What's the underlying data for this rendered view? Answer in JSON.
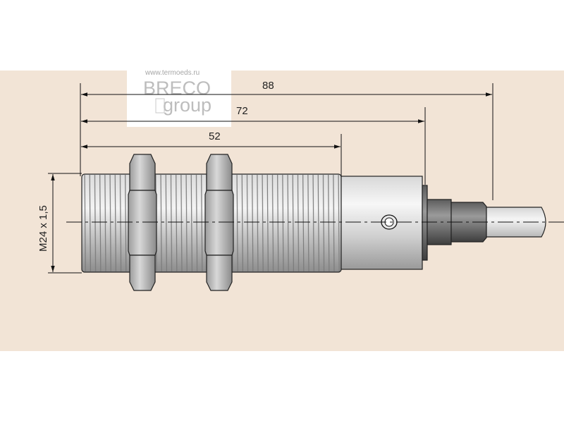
{
  "watermark": {
    "url": "www.termoeds.ru",
    "brand_line1": "BRECO",
    "brand_line2": "group"
  },
  "dimensions": {
    "total_length": "88",
    "body_length": "72",
    "thread_length": "52",
    "thread_spec": "M24 x 1,5"
  },
  "colors": {
    "background_band": "#f2e4d6",
    "page": "#ffffff",
    "metal_light": "#f0f0f0",
    "metal_mid": "#c8c8c8",
    "metal_dark": "#6e6e6e",
    "line": "#111111"
  }
}
